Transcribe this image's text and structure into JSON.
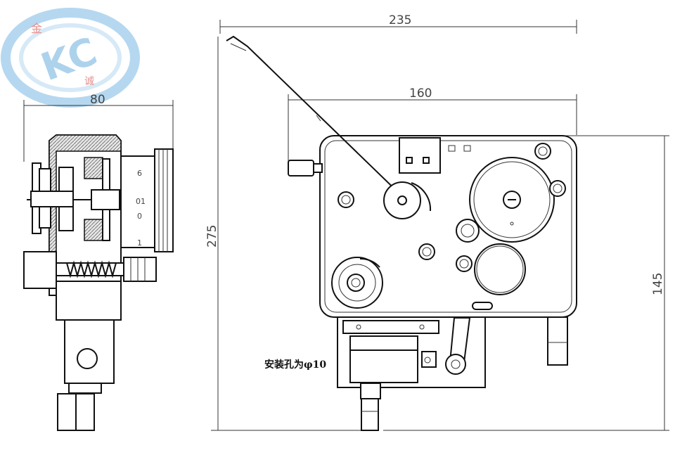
{
  "dimensions": {
    "width_overall": "235",
    "width_inner": "160",
    "side_width": "80",
    "height_overall": "275",
    "height_body": "145"
  },
  "scale_labels": [
    "6",
    "01",
    "0",
    "1"
  ],
  "note": "安装孔为φ10",
  "logo": {
    "text": "KC",
    "colors": {
      "ring": "#a9d2ee",
      "accent": "#e07a7a"
    }
  }
}
